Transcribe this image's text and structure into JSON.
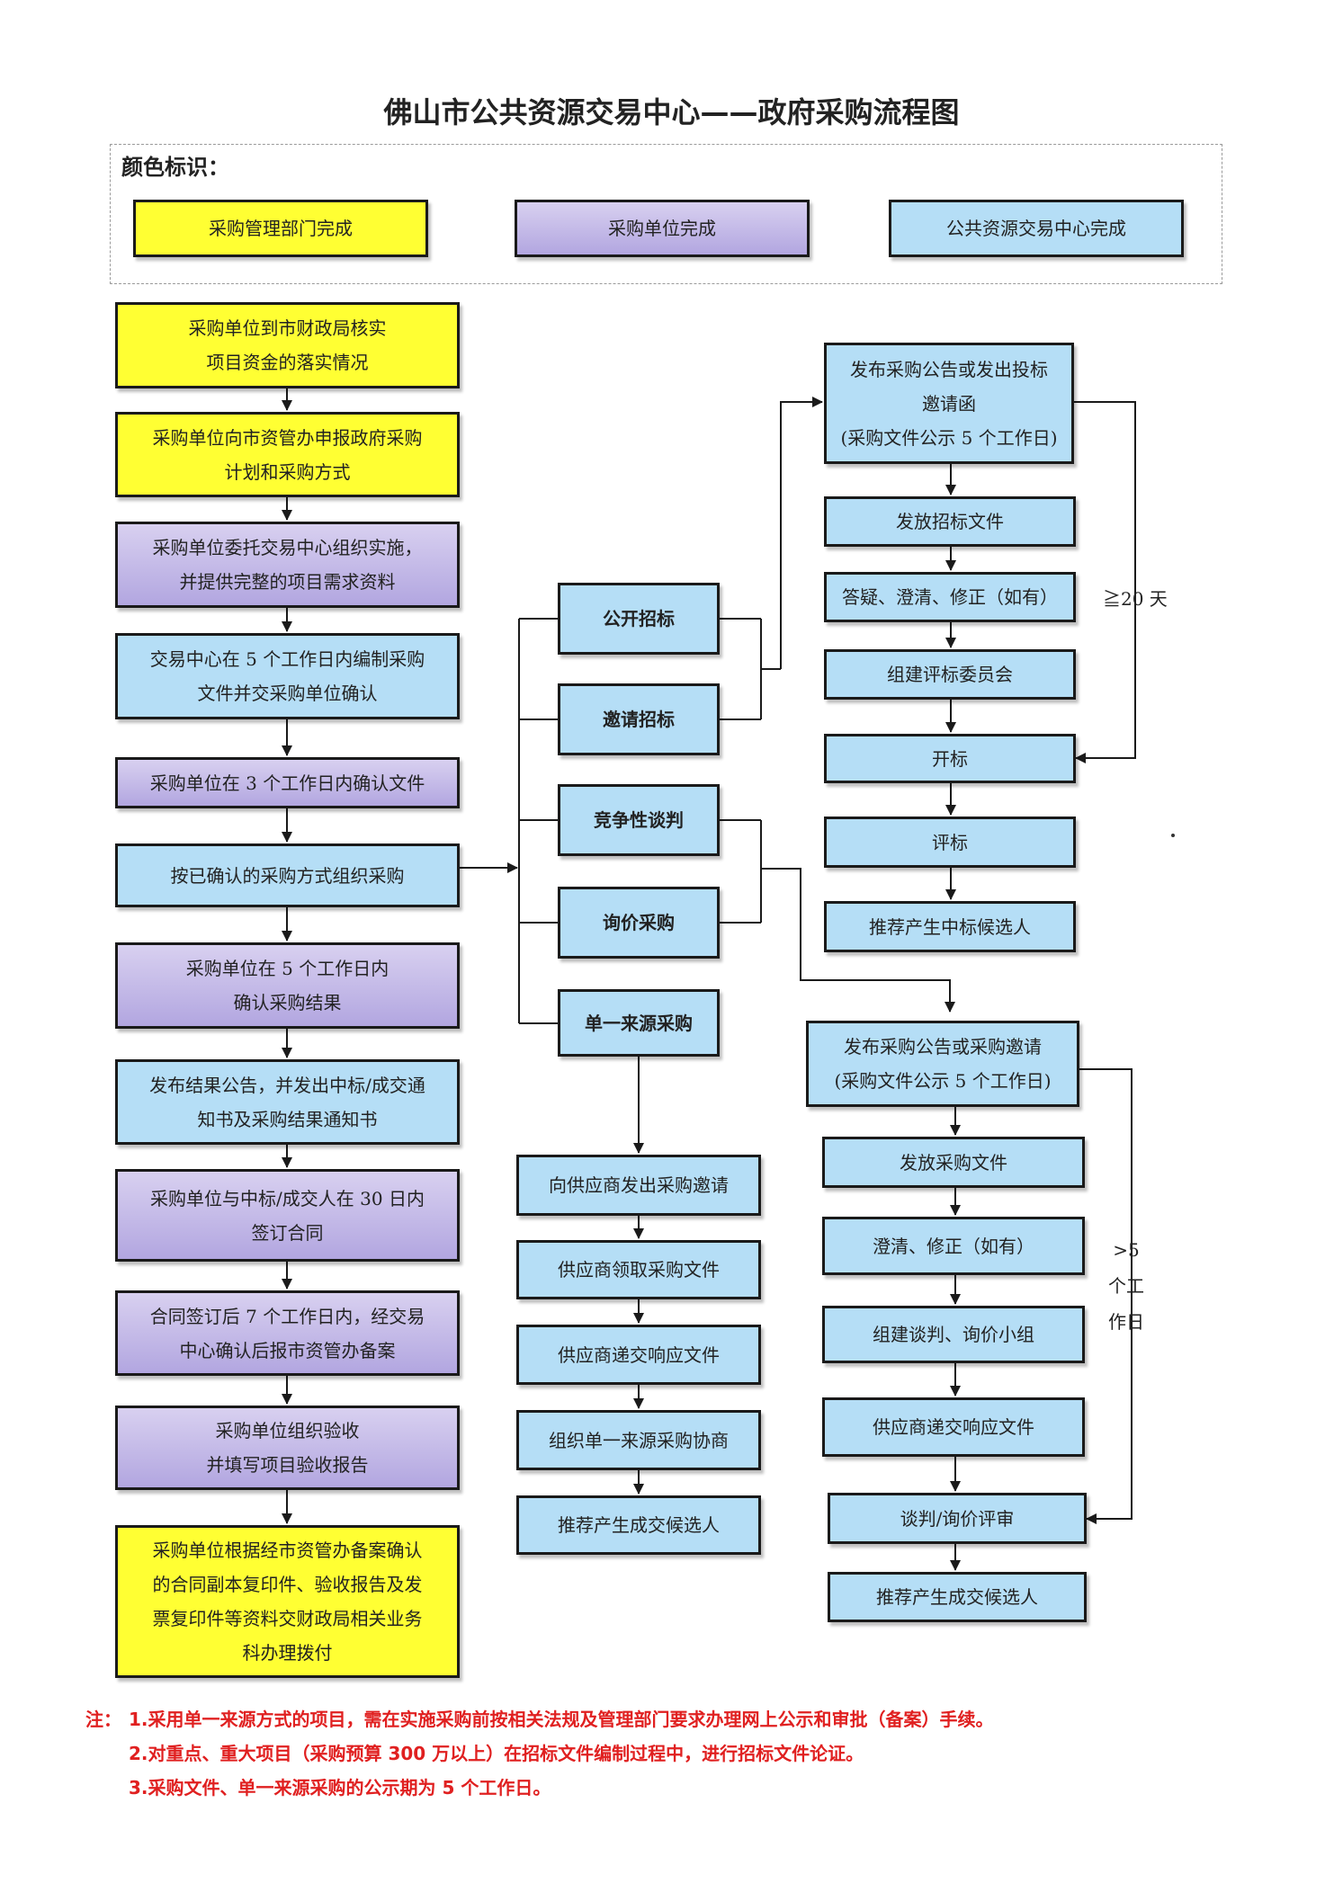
{
  "title": "佛山市公共资源交易中心——政府采购流程图",
  "legend": {
    "label": "颜色标识：",
    "items": [
      {
        "label": "采购管理部门完成",
        "color": "#ffff33"
      },
      {
        "label": "采购单位完成",
        "color": "#c6bde9"
      },
      {
        "label": "公共资源交易中心完成",
        "color": "#b5def6"
      }
    ]
  },
  "main_flow": [
    "采购单位到市财政局核实\n项目资金的落实情况",
    "采购单位向市资管办申报政府采购\n计划和采购方式",
    "采购单位委托交易中心组织实施，\n并提供完整的项目需求资料",
    "交易中心在 5 个工作日内编制采购\n文件并交采购单位确认",
    "采购单位在 3 个工作日内确认文件",
    "按已确认的采购方式组织采购",
    "采购单位在 5 个工作日内\n确认采购结果",
    "发布结果公告，并发出中标/成交通\n知书及采购结果通知书",
    "采购单位与中标/成交人在 30 日内\n签订合同",
    "合同签订后 7 个工作日内，经交易\n中心确认后报市资管办备案",
    "采购单位组织验收\n并填写项目验收报告",
    "采购单位根据经市资管办备案确认\n的合同副本复印件、验收报告及发\n票复印件等资料交财政局相关业务\n科办理拨付"
  ],
  "methods": [
    "公开招标",
    "邀请招标",
    "竞争性谈判",
    "询价采购",
    "单一来源采购"
  ],
  "single_source_flow": [
    "向供应商发出采购邀请",
    "供应商领取采购文件",
    "供应商递交响应文件",
    "组织单一来源采购协商",
    "推荐产生成交候选人"
  ],
  "tender_flow": [
    "发布采购公告或发出投标\n邀请函\n(采购文件公示 5 个工作日)",
    "发放招标文件",
    "答疑、澄清、修正（如有）",
    "组建评标委员会",
    "开标",
    "评标",
    "推荐产生中标候选人"
  ],
  "negotiation_flow": [
    "发布采购公告或采购邀请\n(采购文件公示 5 个工作日)",
    "发放采购文件",
    "澄清、修正（如有）",
    "组建谈判、询价小组",
    "供应商递交响应文件",
    "谈判/询价评审",
    "推荐产生成交候选人"
  ],
  "side_labels": {
    "tender_days": "≧20 天",
    "negotiation_days": ">5\n个工\n作日"
  },
  "notes": {
    "prefix": "注：",
    "lines": [
      "1.采用单一来源方式的项目，需在实施采购前按相关法规及管理部门要求办理网上公示和审批（备案）手续。",
      "2.对重点、重大项目（采购预算 300 万以上）在招标文件编制过程中，进行招标文件论证。",
      "3.采购文件、单一来源采购的公示期为 5 个工作日。"
    ]
  }
}
